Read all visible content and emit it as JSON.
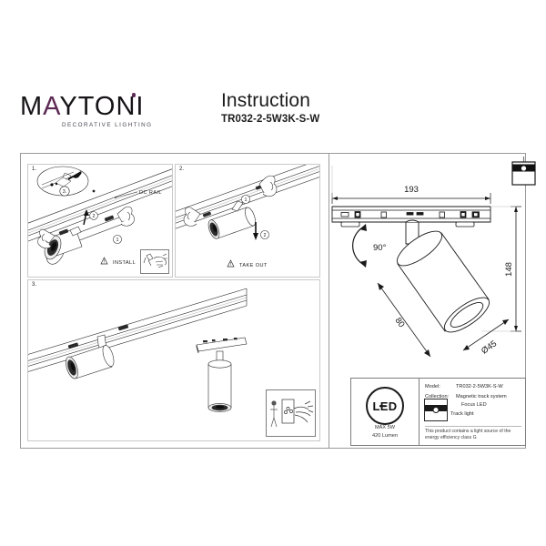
{
  "brand": {
    "name_before": "M",
    "name_accent": "A",
    "name_after": "YTONI",
    "full_name": "MAYTONI",
    "tagline": "DECORATIVE LIGHTING",
    "accent_color": "#5d2a55"
  },
  "header": {
    "title": "Instruction",
    "model_code": "TR032-2-5W3K-S-W"
  },
  "panels": [
    {
      "number": "1.",
      "detail_callout": "3.",
      "rail_label": "DC RAIL",
      "step_markers": [
        "2",
        "1"
      ],
      "action_label": "INSTALL",
      "warning_symbol": "!"
    },
    {
      "number": "2.",
      "step_markers": [
        "1",
        "2"
      ],
      "action_label": "TAKE OUT",
      "warning_symbol": "!"
    },
    {
      "number": "3."
    }
  ],
  "dimensions": {
    "width": "193",
    "height": "148",
    "body_length": "80",
    "diameter": "Ø45",
    "rotation": "90°"
  },
  "spec": {
    "led_label": "LED",
    "max_power": "MAX 5W",
    "lumen": "420 Lumen",
    "rows": [
      {
        "key": "Model:",
        "value": "TR032-2-5W3K-S-W"
      },
      {
        "key": "Collection:",
        "value": "Magnetic track system"
      }
    ],
    "collection_line2": "Focus LED",
    "product_type": "Track light",
    "energy_note": "This product contains a light source of the energy efficiency class G"
  },
  "icons": {
    "ceiling_mount": "ceiling-mount-icon",
    "hand_tool": "hand-tool-icon",
    "power_off": "power-off-warning-icon",
    "warning_triangle": "warning-triangle-icon"
  }
}
